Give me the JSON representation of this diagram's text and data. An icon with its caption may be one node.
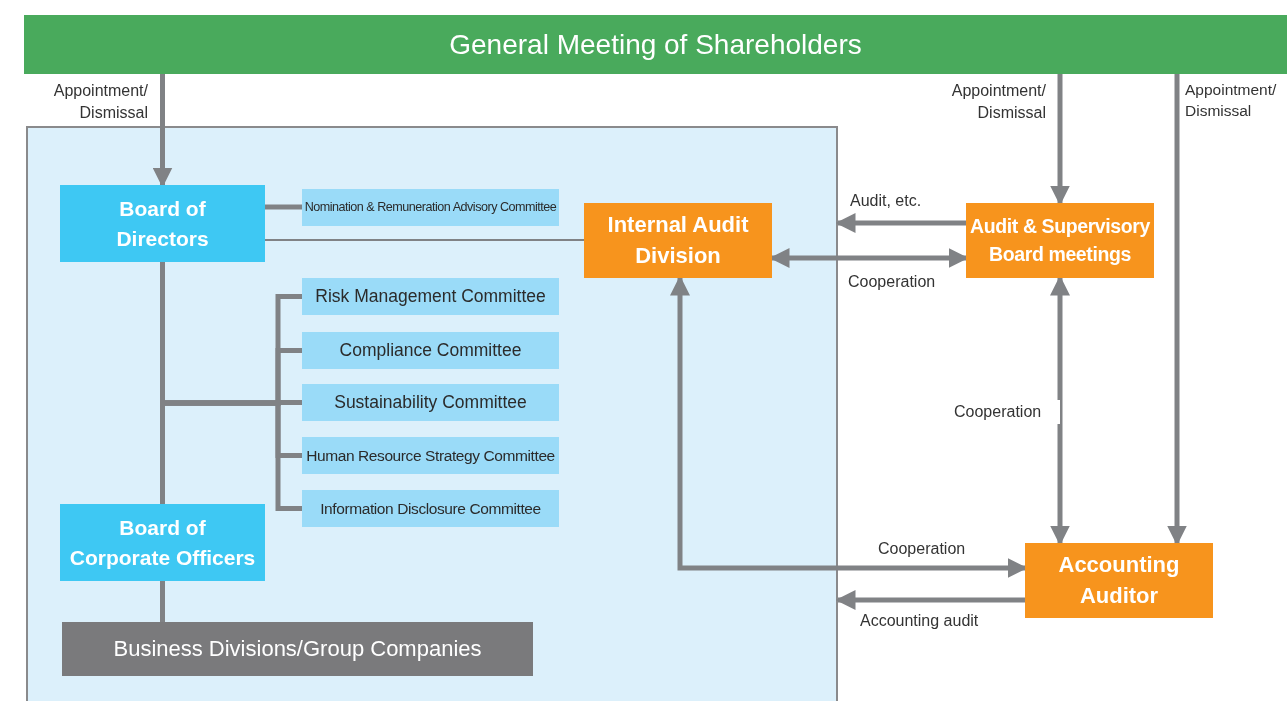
{
  "diagram": {
    "nodes": [
      {
        "text": [
          "General Meeting of Shareholders"
        ]
      },
      {
        "text": [],
        "shape": "box"
      },
      {
        "text": [
          "Board of Directors"
        ],
        "in": 1
      },
      {
        "text": [
          "Nomination & Remuneration Advisory Committee"
        ],
        "in": 1
      },
      {
        "text": [
          "Internal Audit Division"
        ],
        "in": 1
      },
      {
        "text": [
          "Risk Management Committee"
        ],
        "in": 1
      },
      {
        "text": [
          "Compliance Committee"
        ],
        "in": 1
      },
      {
        "text": [
          "Sustainability Committee"
        ],
        "in": 1
      },
      {
        "text": [
          "Human Resource Strategy Committee"
        ],
        "in": 1
      },
      {
        "text": [
          "Information Disclosure Committee"
        ],
        "in": 1
      },
      {
        "text": [
          "Board of Corporate Officers"
        ],
        "in": 1
      },
      {
        "text": [
          "Business Divisions/Group Companies"
        ],
        "in": 1
      },
      {
        "text": [
          "Audit & Supervisory Board meetings"
        ]
      },
      {
        "text": [
          "Accounting Auditor"
        ]
      }
    ],
    "edges": [
      {
        "from": 0,
        "to": 2,
        "arrow": "to",
        "label": "Appointment/ Dismissal"
      },
      {
        "from": 0,
        "to": 12,
        "arrow": "to",
        "label": "Appointment/ Dismissal"
      },
      {
        "from": 0,
        "to": 13,
        "arrow": "to",
        "label": "Appointment/ Dismissal"
      },
      {
        "from": 2,
        "to": 3,
        "arrow": "none"
      },
      {
        "from": 2,
        "to": 4,
        "arrow": "none"
      },
      {
        "from": 12,
        "to": 1,
        "arrow": "to",
        "label": "Audit, etc."
      },
      {
        "from": 4,
        "to": 12,
        "arrow": "both",
        "label": "Cooperation"
      },
      {
        "from": 12,
        "to": 13,
        "arrow": "both",
        "label": "Cooperation"
      },
      {
        "from": 4,
        "to": 13,
        "arrow": "both",
        "label": "Cooperation"
      },
      {
        "from": 13,
        "to": 1,
        "arrow": "to",
        "label": "Accounting audit"
      },
      {
        "from": 2,
        "to": 10,
        "arrow": "none"
      },
      {
        "from": 2,
        "to": 5,
        "arrow": "none"
      },
      {
        "from": 2,
        "to": 6,
        "arrow": "none"
      },
      {
        "from": 2,
        "to": 7,
        "arrow": "none"
      },
      {
        "from": 2,
        "to": 8,
        "arrow": "none"
      },
      {
        "from": 2,
        "to": 9,
        "arrow": "none"
      },
      {
        "from": 10,
        "to": 11,
        "arrow": "none"
      }
    ]
  }
}
